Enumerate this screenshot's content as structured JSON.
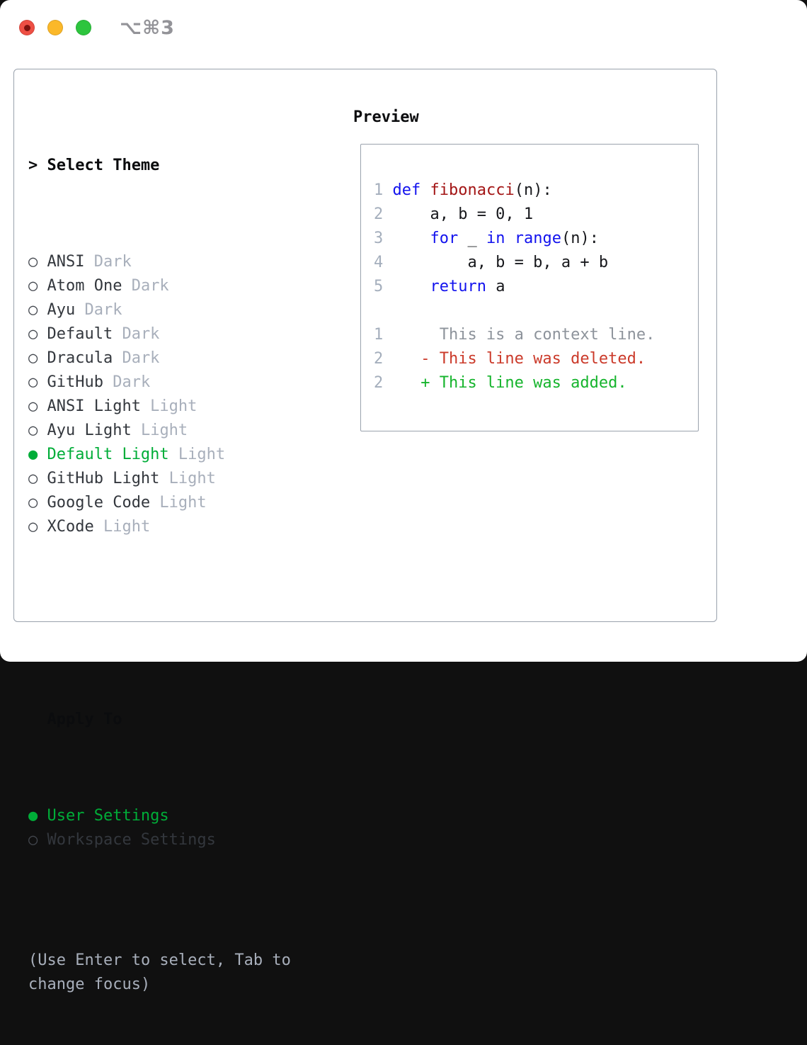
{
  "colors": {
    "accent_green": "#00ad38",
    "diff_added": "#15b42c",
    "diff_deleted": "#cb3a2a",
    "keyword_blue": "#1212ee",
    "function_red": "#a31515",
    "muted_gray": "#a8afbb",
    "gutter_gray": "#a4aebc",
    "context_gray": "#8d939b",
    "border_gray": "#9aa2ad",
    "traffic_red": "#ee4f44",
    "traffic_yellow": "#fbb829",
    "traffic_green": "#2dc53e"
  },
  "glyphs": {
    "radio_unselected": "○",
    "radio_selected": "●"
  },
  "window": {
    "shortcut": "⌥⌘3"
  },
  "theme_selector": {
    "title_marker": ">",
    "title": "Select Theme",
    "items": [
      {
        "name": "ANSI",
        "variant": "Dark",
        "selected": false
      },
      {
        "name": "Atom One",
        "variant": "Dark",
        "selected": false
      },
      {
        "name": "Ayu",
        "variant": "Dark",
        "selected": false
      },
      {
        "name": "Default",
        "variant": "Dark",
        "selected": false
      },
      {
        "name": "Dracula",
        "variant": "Dark",
        "selected": false
      },
      {
        "name": "GitHub",
        "variant": "Dark",
        "selected": false
      },
      {
        "name": "ANSI Light",
        "variant": "Light",
        "selected": false
      },
      {
        "name": "Ayu Light",
        "variant": "Light",
        "selected": false
      },
      {
        "name": "Default Light",
        "variant": "Light",
        "selected": true
      },
      {
        "name": "GitHub Light",
        "variant": "Light",
        "selected": false
      },
      {
        "name": "Google Code",
        "variant": "Light",
        "selected": false
      },
      {
        "name": "XCode",
        "variant": "Light",
        "selected": false
      }
    ]
  },
  "apply_to": {
    "title": "Apply To",
    "options": [
      {
        "label": "User Settings",
        "selected": true
      },
      {
        "label": "Workspace Settings",
        "selected": false
      }
    ]
  },
  "hint": "(Use Enter to select, Tab to change focus)",
  "preview": {
    "title": "Preview",
    "code_lines": [
      {
        "num": "1",
        "tokens": [
          {
            "c": "kw",
            "t": "def"
          },
          {
            "c": "pl",
            "t": " "
          },
          {
            "c": "fn",
            "t": "fibonacci"
          },
          {
            "c": "pl",
            "t": "(n):"
          }
        ]
      },
      {
        "num": "2",
        "tokens": [
          {
            "c": "pl",
            "t": "    a, b = 0, 1"
          }
        ]
      },
      {
        "num": "3",
        "tokens": [
          {
            "c": "pl",
            "t": "    "
          },
          {
            "c": "kw",
            "t": "for"
          },
          {
            "c": "pl",
            "t": " _ "
          },
          {
            "c": "kw",
            "t": "in"
          },
          {
            "c": "pl",
            "t": " "
          },
          {
            "c": "kw",
            "t": "range"
          },
          {
            "c": "pl",
            "t": "(n):"
          }
        ]
      },
      {
        "num": "4",
        "tokens": [
          {
            "c": "pl",
            "t": "        a, b = b, a + b"
          }
        ]
      },
      {
        "num": "5",
        "tokens": [
          {
            "c": "pl",
            "t": "    "
          },
          {
            "c": "kw",
            "t": "return"
          },
          {
            "c": "pl",
            "t": " a"
          }
        ]
      }
    ],
    "diff_lines": [
      {
        "num": "1",
        "type": "context",
        "text": "     This is a context line."
      },
      {
        "num": "2",
        "type": "deleted",
        "text": "   - This line was deleted."
      },
      {
        "num": "2",
        "type": "added",
        "text": "   + This line was added."
      }
    ]
  }
}
